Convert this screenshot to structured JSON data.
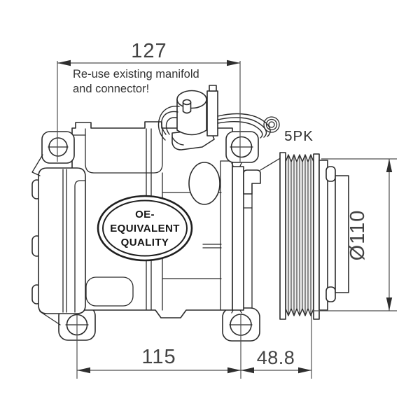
{
  "drawing": {
    "note": {
      "line1": "Re-use existing manifold",
      "line2": "and connector!"
    },
    "labels": {
      "belt_type": "5PK"
    },
    "badge": {
      "line1": "OE-",
      "line2": "EQUIVALENT",
      "line3": "QUALITY"
    },
    "dimensions": {
      "overall_width": "127",
      "mounting_hole_spacing": "115",
      "pulley_offset": "48.8",
      "pulley_diameter": "Ø110"
    },
    "colors": {
      "line": "#2b2b2b",
      "dimension_line": "#4f4f4f",
      "text": "#434343",
      "background": "#ffffff"
    }
  }
}
